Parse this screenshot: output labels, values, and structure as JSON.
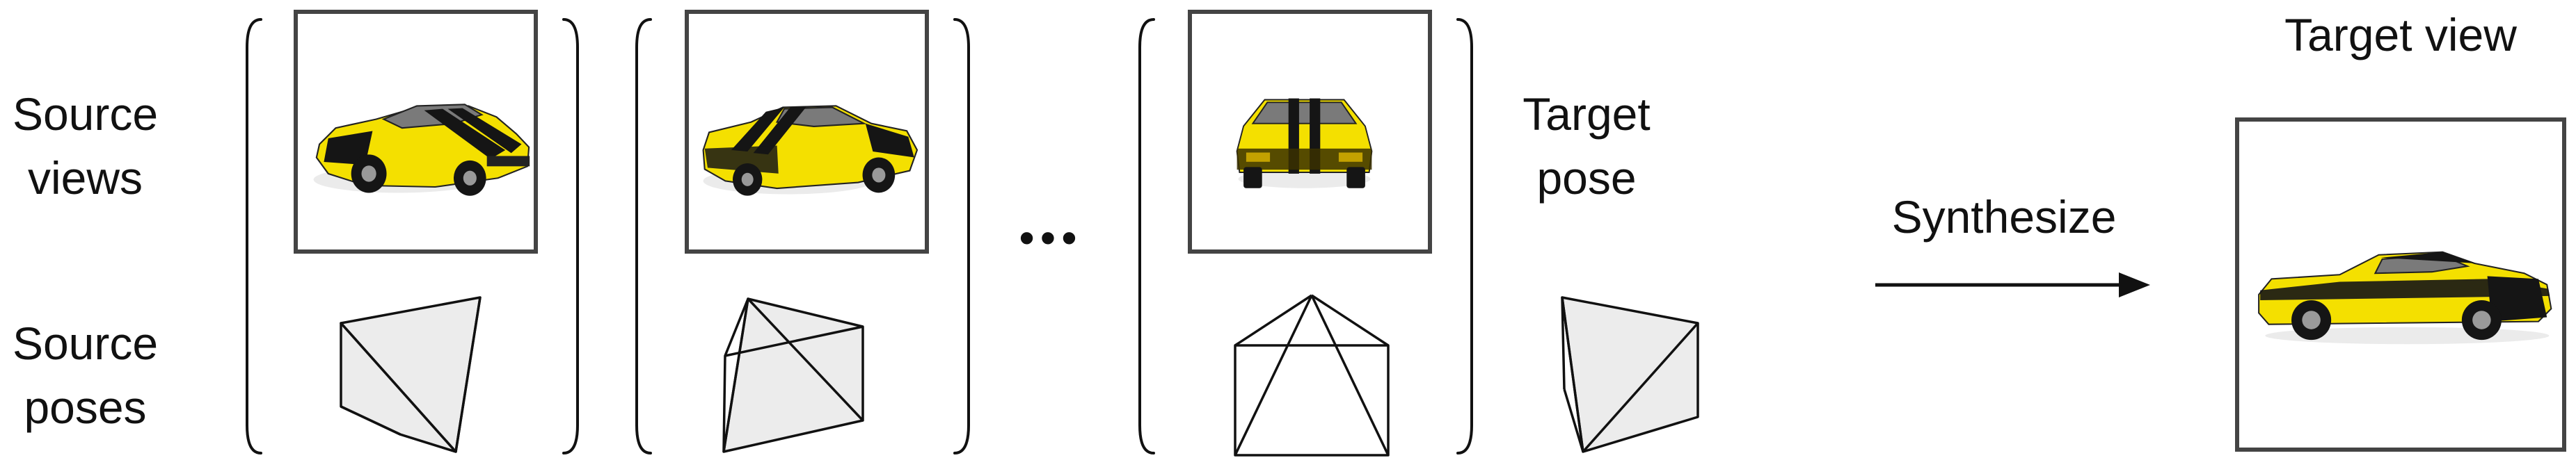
{
  "labels": {
    "source_views": [
      "Source",
      "views"
    ],
    "source_poses": [
      "Source",
      "poses"
    ],
    "target_pose": [
      "Target",
      "pose"
    ],
    "synthesize": "Synthesize",
    "target_view": "Target view"
  },
  "ellipsis": "•••",
  "colors": {
    "frame_stroke": "#444444",
    "line_stroke": "#111111",
    "camera_fill": "#ececec",
    "car_yellow": "#f4e000",
    "car_black": "#151515",
    "window": "#7a7a7a"
  },
  "source_items": [
    {
      "view": "car-front-three-quarter",
      "pose": "camera-frustum"
    },
    {
      "view": "car-rear-three-quarter",
      "pose": "camera-frustum"
    },
    {
      "view": "car-rear",
      "pose": "camera-frustum"
    }
  ],
  "target_view_image": "car-side"
}
